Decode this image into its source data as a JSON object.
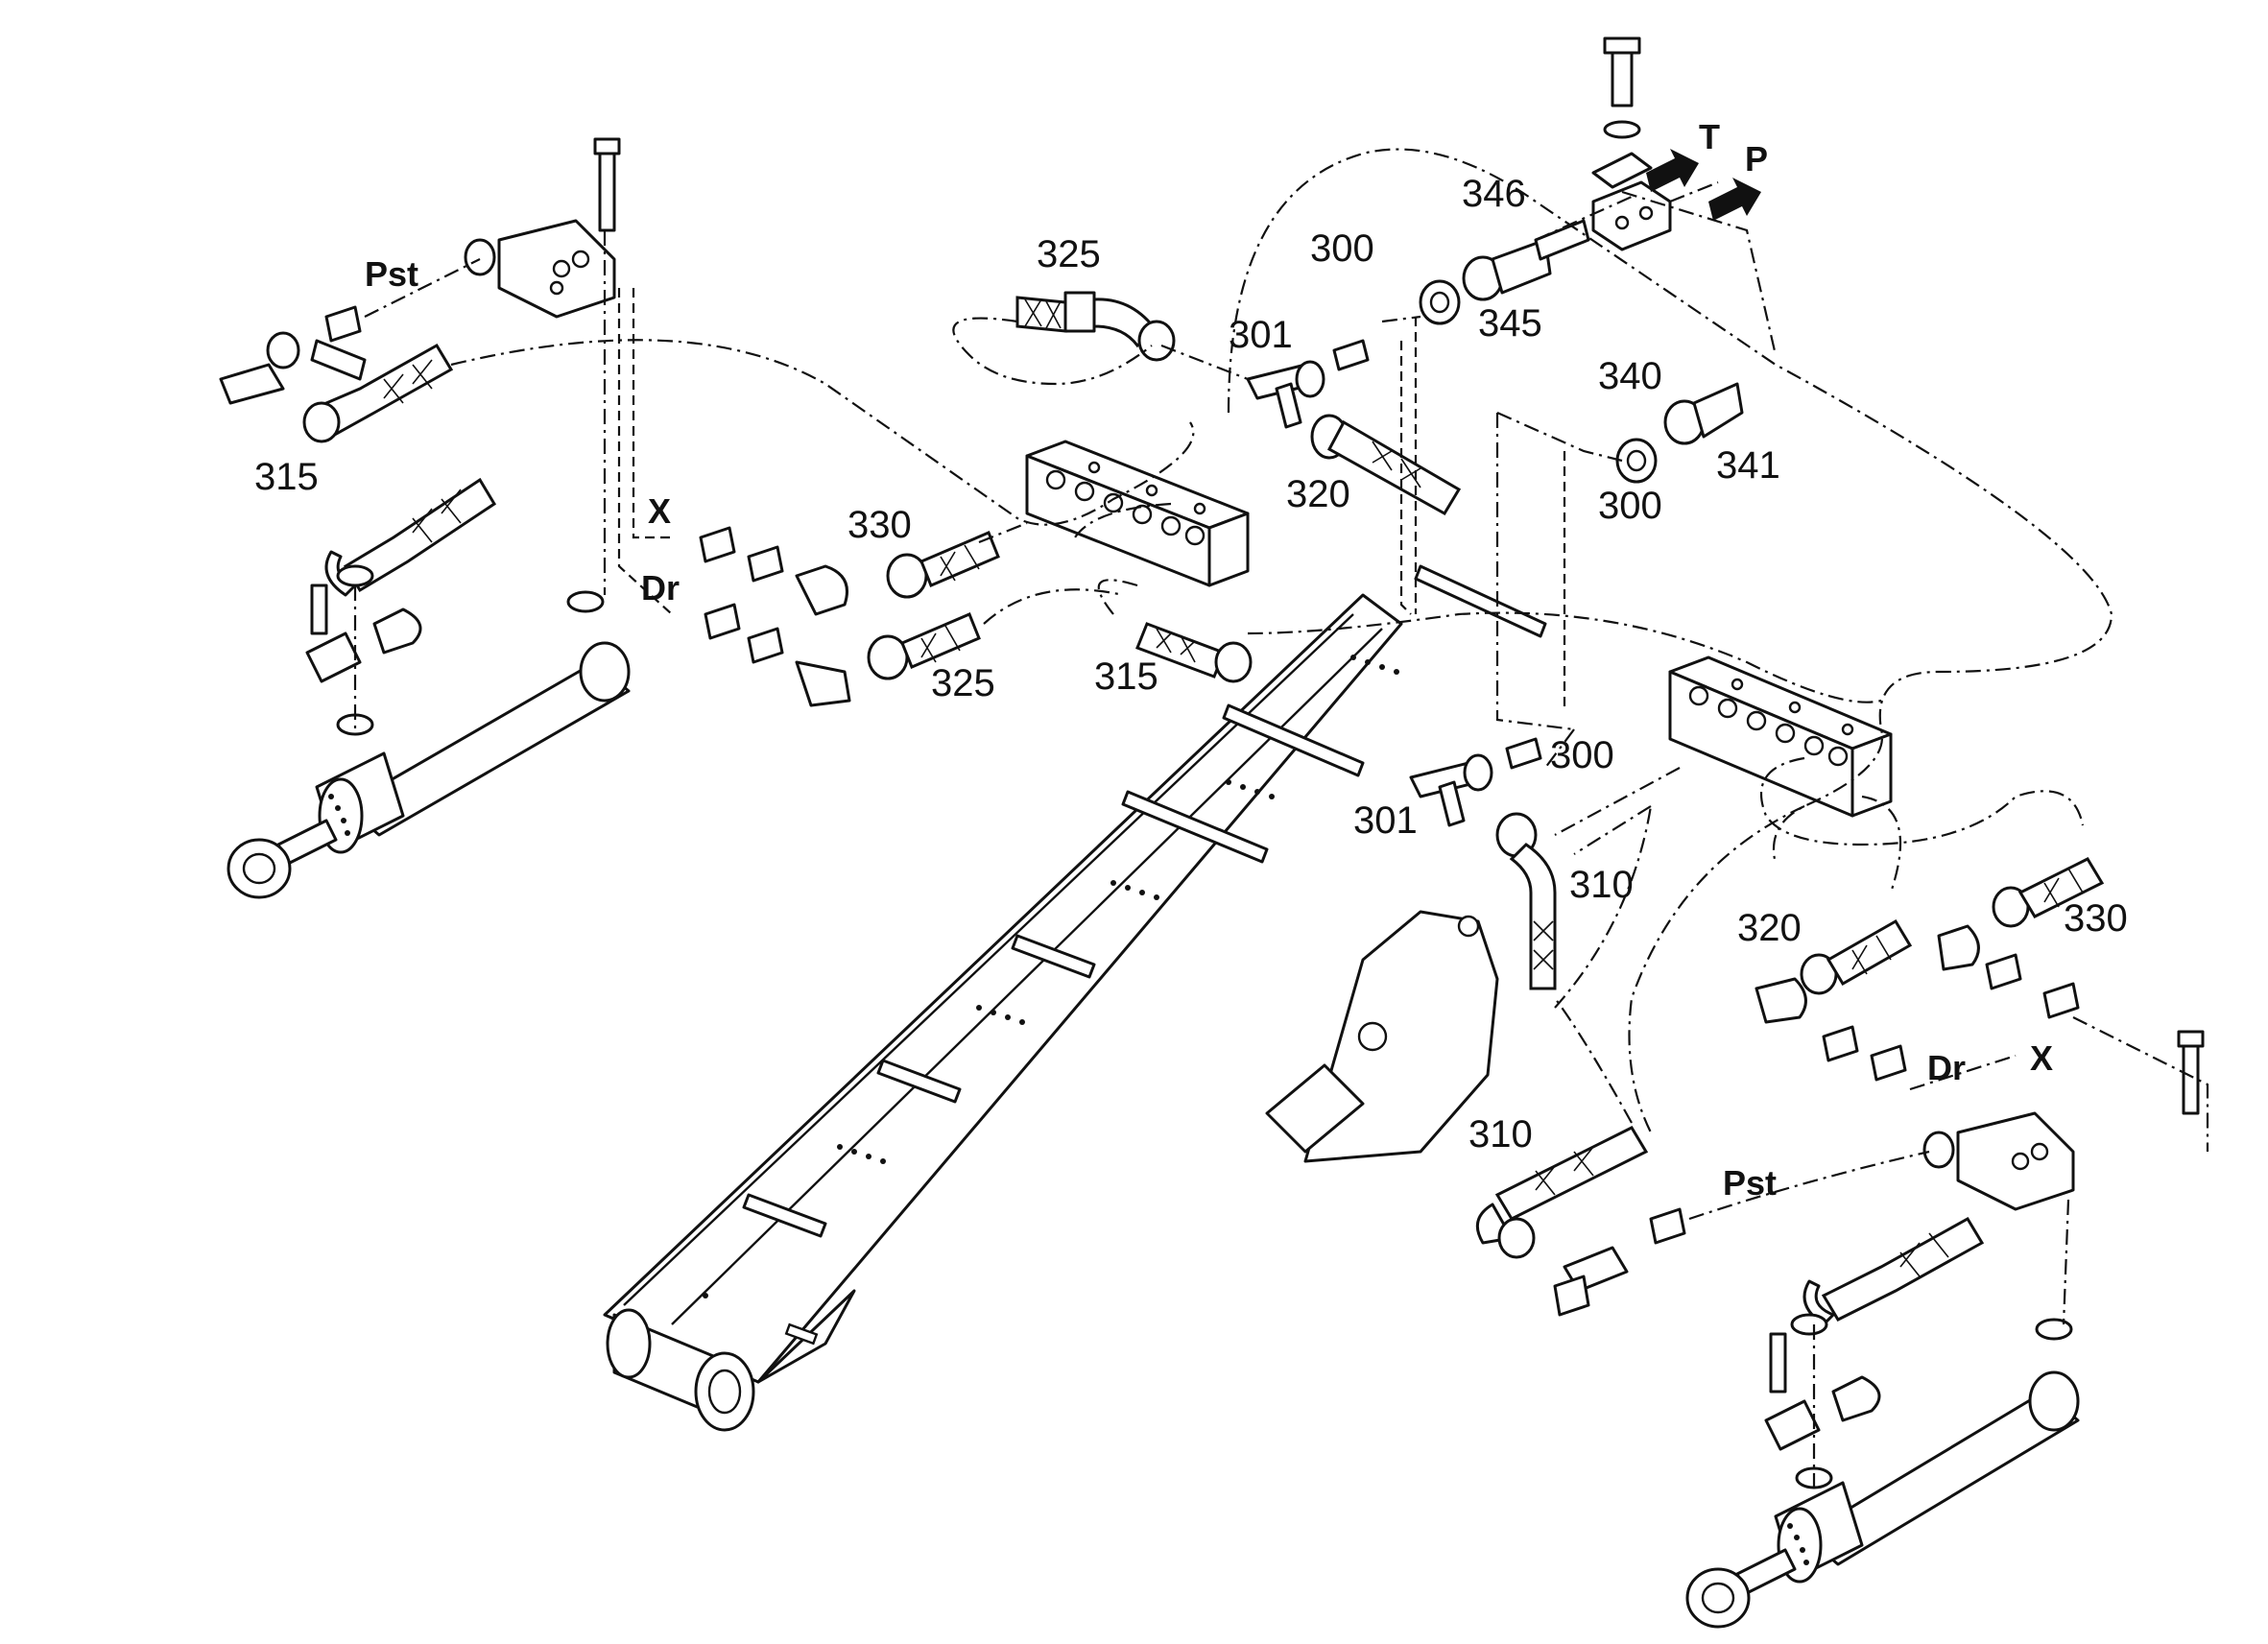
{
  "figure": {
    "labels": {
      "l325a": "325",
      "l300a": "300",
      "l346": "346",
      "l301a": "301",
      "l345": "345",
      "l340": "340",
      "l341": "341",
      "l300b": "300",
      "l320a": "320",
      "l315a": "315",
      "lPsta": "Pst",
      "lXa": "X",
      "lDra": "Dr",
      "l330a": "330",
      "l325b": "325",
      "l315b": "315",
      "l300c": "300",
      "l301b": "301",
      "l310a": "310",
      "l320b": "320",
      "l330b": "330",
      "lDrb": "Dr",
      "lXb": "X",
      "l310b": "310",
      "lPstb": "Pst",
      "lT": "T",
      "lP": "P"
    }
  }
}
